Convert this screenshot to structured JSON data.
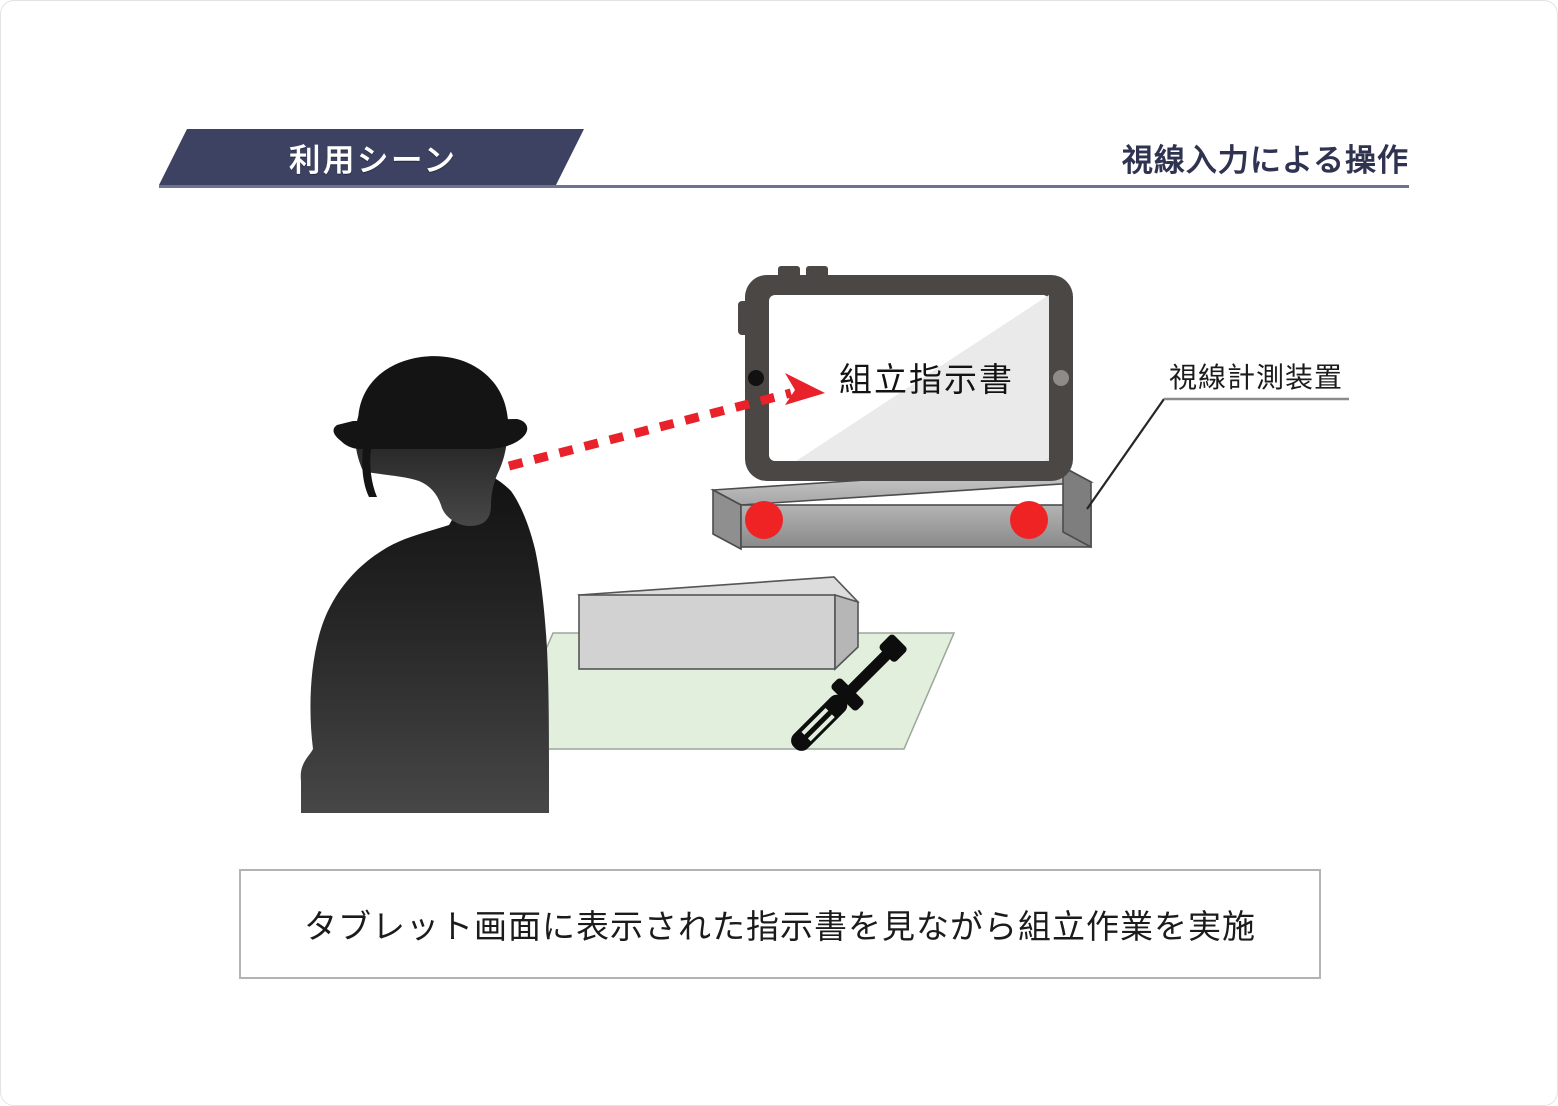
{
  "header": {
    "chip_title": "利用シーン",
    "right_title": "視線入力による操作"
  },
  "diagram": {
    "tablet_screen_text": "組立指示書",
    "device_callout_label": "視線計測装置",
    "gaze_line": "red-dashed-arrow",
    "worker": "construction-worker-silhouette",
    "workbench_items": [
      "gray-block",
      "screwdriver"
    ]
  },
  "caption": {
    "text": "タブレット画面に表示された指示書を見ながら組立作業を実施"
  },
  "colors": {
    "chip_navy": "#3d4263",
    "header_text": "#2f3350",
    "rule": "#6d7490",
    "gaze_red": "#e8212a",
    "led_red": "#ef2324",
    "mat_green": "#e2efdc",
    "bezel_gray": "#4a4745",
    "tracker_gray": "#9a9a9a",
    "box_gray": "#d4d4d4",
    "caption_border": "#b3b3b3"
  }
}
